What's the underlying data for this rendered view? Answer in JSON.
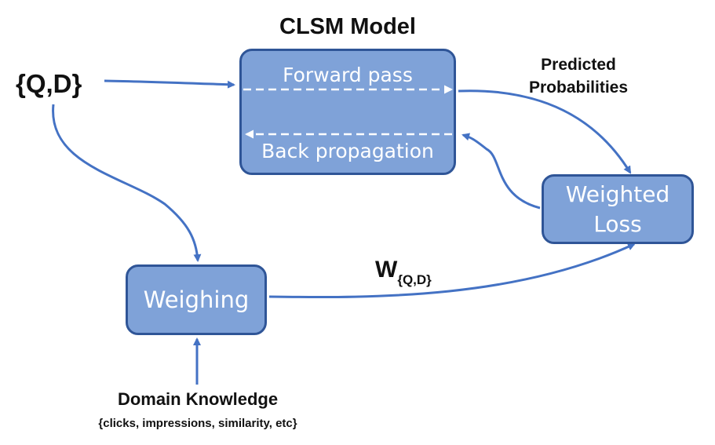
{
  "title": "CLSM Model",
  "input_label": "{Q,D}",
  "clsm_box": {
    "forward": "Forward pass",
    "backward": "Back propagation"
  },
  "predicted": {
    "line1": "Predicted",
    "line2": "Probabilities"
  },
  "weighted_loss": {
    "line1": "Weighted",
    "line2": "Loss"
  },
  "weighing": "Weighing",
  "weight_symbol": "W",
  "weight_subscript": "{Q,D}",
  "domain": {
    "title": "Domain Knowledge",
    "examples": "{clicks, impressions, similarity, etc}"
  },
  "colors": {
    "box_fill": "#7fa2d8",
    "box_border": "#2f5597",
    "arrow": "#4472c4",
    "box_text": "#ffffff"
  }
}
